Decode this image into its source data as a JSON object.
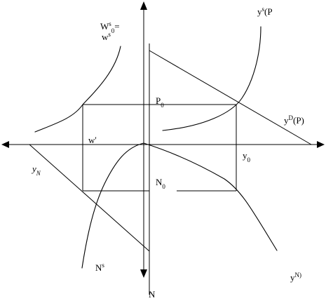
{
  "labels": {
    "ws_main": "W",
    "ws_sup": "s",
    "ws_sub": "0",
    "ws_eq": "=",
    "ws_line2": "w",
    "ws_line2_sup": "s",
    "ys_main": "y",
    "ys_sup": "s",
    "ys_arg": "(P",
    "p0_main": "P",
    "p0_sub": "0",
    "yd_main": "y",
    "yd_sup": "D",
    "yd_arg": "(P)",
    "w_prime": "w'",
    "y0_main": "y",
    "y0_sub": "0",
    "yn_main": "y",
    "yn_sub": "N",
    "n0_main": "N",
    "n0_sub": "0",
    "ns_main": "N",
    "ns_sup": "s",
    "yn2_main": "y",
    "yn2_sup": "N)",
    "axis_n": "N"
  }
}
